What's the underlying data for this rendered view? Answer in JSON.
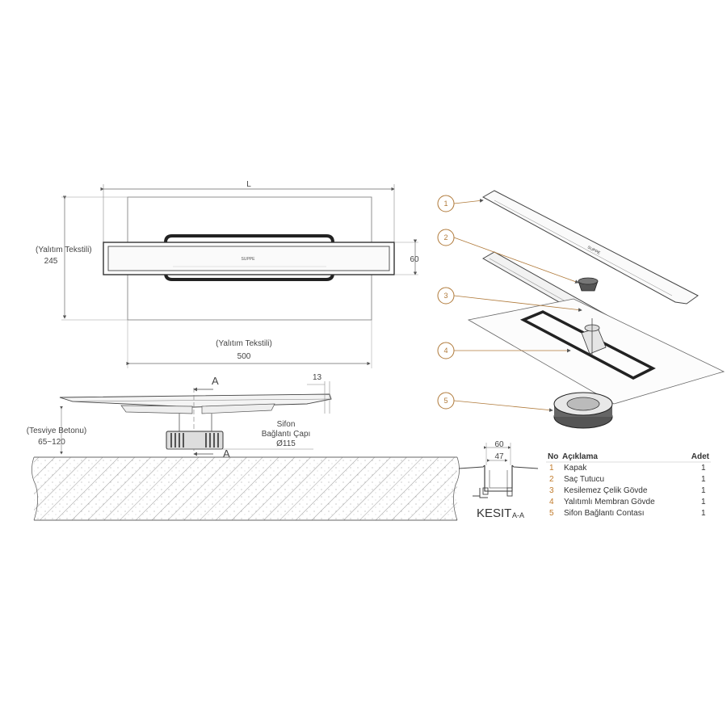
{
  "plan_view": {
    "length_label": "L",
    "left_dim_label": "(Yalıtım Tekstili)",
    "left_dim_value": "245",
    "right_dim_value": "60",
    "bottom_dim_label": "(Yalıtım Tekstili)",
    "bottom_dim_value": "500",
    "logo_text": "SUPPE"
  },
  "side_view": {
    "section_marker_top": "A",
    "section_marker_bottom": "A",
    "top_dim_value": "13",
    "leveling_label": "(Tesviye Betonu)",
    "leveling_value": "65~120",
    "siphon_label_1": "Sifon",
    "siphon_label_2": "Bağlantı Çapı",
    "siphon_value": "Ø115"
  },
  "section_view": {
    "dim_outer": "60",
    "dim_inner": "47",
    "title": "KESIT",
    "subtitle": "A-A"
  },
  "exploded_view": {
    "callouts": [
      "1",
      "2",
      "3",
      "4",
      "5"
    ]
  },
  "parts_table": {
    "col_no": "No",
    "col_desc": "Açıklama",
    "col_qty": "Adet",
    "rows": [
      {
        "no": "1",
        "desc": "Kapak",
        "qty": "1"
      },
      {
        "no": "2",
        "desc": "Saç Tutucu",
        "qty": "1"
      },
      {
        "no": "3",
        "desc": "Kesilemez Çelik Gövde",
        "qty": "1"
      },
      {
        "no": "4",
        "desc": "Yalıtımlı Membran Gövde",
        "qty": "1"
      },
      {
        "no": "5",
        "desc": "Sifon Bağlantı Contası",
        "qty": "1"
      }
    ]
  },
  "colors": {
    "line": "#555555",
    "accent": "#b07a3a",
    "hatch": "#888888"
  }
}
